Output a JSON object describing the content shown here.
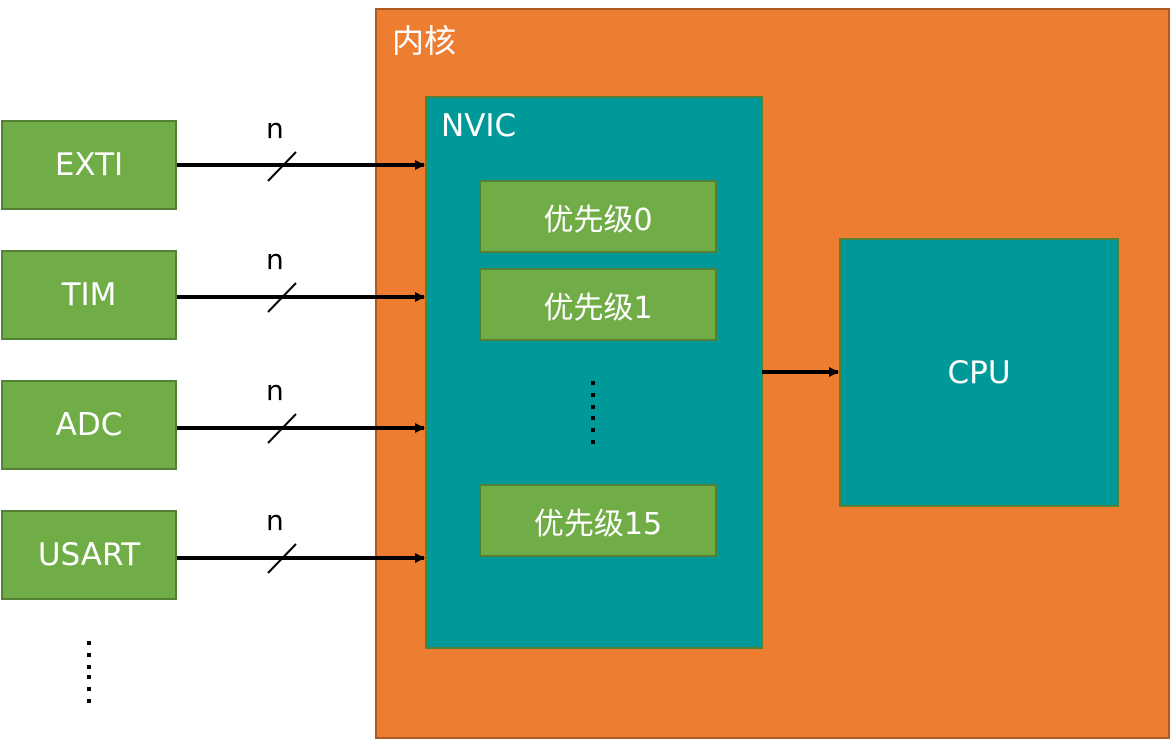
{
  "core": {
    "label": "内核",
    "color": "#ED7D31"
  },
  "nvic": {
    "label": "NVIC",
    "color": "#009999"
  },
  "priorities": [
    {
      "label": "优先级0"
    },
    {
      "label": "优先级1"
    },
    {
      "label": "优先级15"
    }
  ],
  "priority_ellipsis": "⋮",
  "cpu": {
    "label": "CPU"
  },
  "sources": [
    {
      "label": "EXTI",
      "bus_label": "n"
    },
    {
      "label": "TIM",
      "bus_label": "n"
    },
    {
      "label": "ADC",
      "bus_label": "n"
    },
    {
      "label": "USART",
      "bus_label": "n"
    }
  ],
  "source_ellipsis": "⋮",
  "colors": {
    "source_fill": "#70AD47",
    "source_border": "#548235",
    "arrow": "#000000"
  }
}
